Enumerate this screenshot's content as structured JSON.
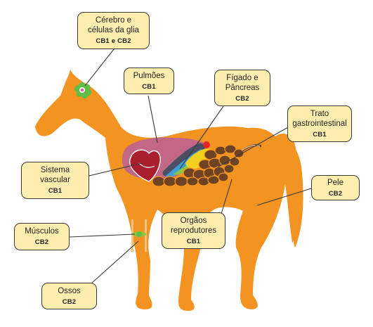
{
  "colors": {
    "body": "#f39321",
    "lungs": "#c26886",
    "heart": "#a91f2e",
    "liver": "#4a4f64",
    "pancreas": "#3d9fd7",
    "gut": "#6d4323",
    "brain_cells": "#62bd47",
    "label_fill": "#fdeeb0"
  },
  "labels": [
    {
      "id": "brain",
      "name": "Cérebro e\ncélulas da glia",
      "receptor": "CB1 e CB2"
    },
    {
      "id": "lungs",
      "name": "Pulmões",
      "receptor": "CB1"
    },
    {
      "id": "liver",
      "name": "Fígado e\nPâncreas",
      "receptor": "CB2"
    },
    {
      "id": "gi",
      "name": "Trato\ngastrointestinal",
      "receptor": "CB1"
    },
    {
      "id": "vascular",
      "name": "Sistema\nvascular",
      "receptor": "CB1"
    },
    {
      "id": "skin",
      "name": "Pele",
      "receptor": "CB2"
    },
    {
      "id": "repro",
      "name": "Orgãos\nreprodutores",
      "receptor": "CB1"
    },
    {
      "id": "muscles",
      "name": "Músculos",
      "receptor": "CB2"
    },
    {
      "id": "bones",
      "name": "Ossos",
      "receptor": "CB2"
    }
  ]
}
